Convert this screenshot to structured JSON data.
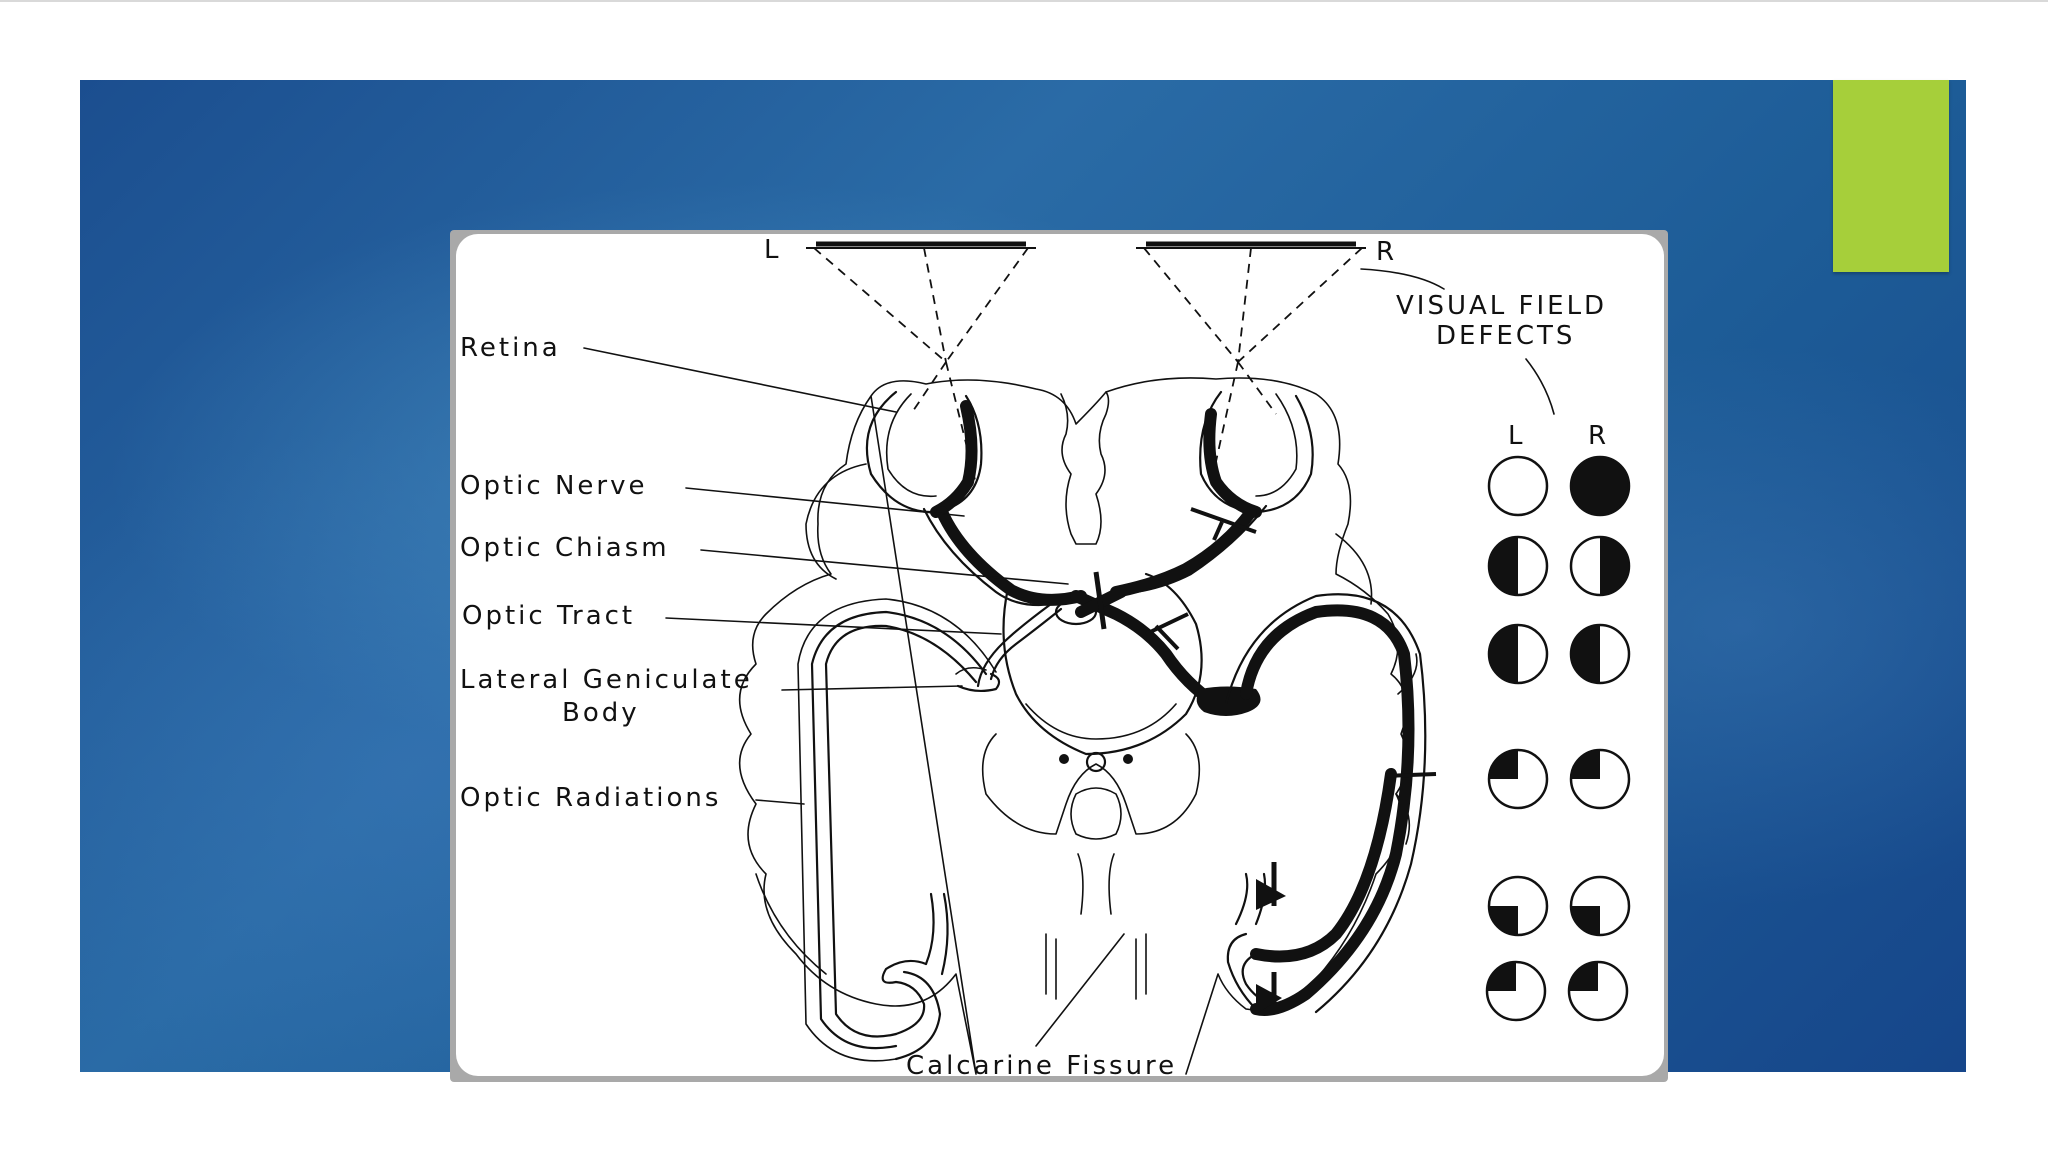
{
  "slide": {
    "accent_color": "#a6cf3a",
    "background_color": "#1f5a96"
  },
  "diagram": {
    "eye_labels": {
      "left": "L",
      "right": "R"
    },
    "labels": {
      "retina": "Retina",
      "optic_nerve": "Optic Nerve",
      "optic_chiasm": "Optic Chiasm",
      "optic_tract": "Optic Tract",
      "lateral_geniculate_line1": "Lateral Geniculate",
      "lateral_geniculate_line2": "Body",
      "optic_radiations": "Optic Radiations",
      "calcarine_fissure": "Calcarine Fissure"
    },
    "defects": {
      "title_line1": "VISUAL FIELD",
      "title_line2": "DEFECTS",
      "col_left": "L",
      "col_right": "R",
      "rows": [
        {
          "left": "full-visual-field",
          "right": "blind-eye"
        },
        {
          "left": "left-half-blind",
          "right": "right-half-blind"
        },
        {
          "left": "left-half-blind",
          "right": "left-half-blind"
        },
        {
          "left": "upper-left-quadrant-blind",
          "right": "upper-left-quadrant-blind"
        },
        {
          "left": "lower-left-quadrant-blind",
          "right": "lower-left-quadrant-blind"
        },
        {
          "left": "upper-left-quadrant-blind",
          "right": "upper-left-quadrant-blind"
        }
      ]
    }
  }
}
